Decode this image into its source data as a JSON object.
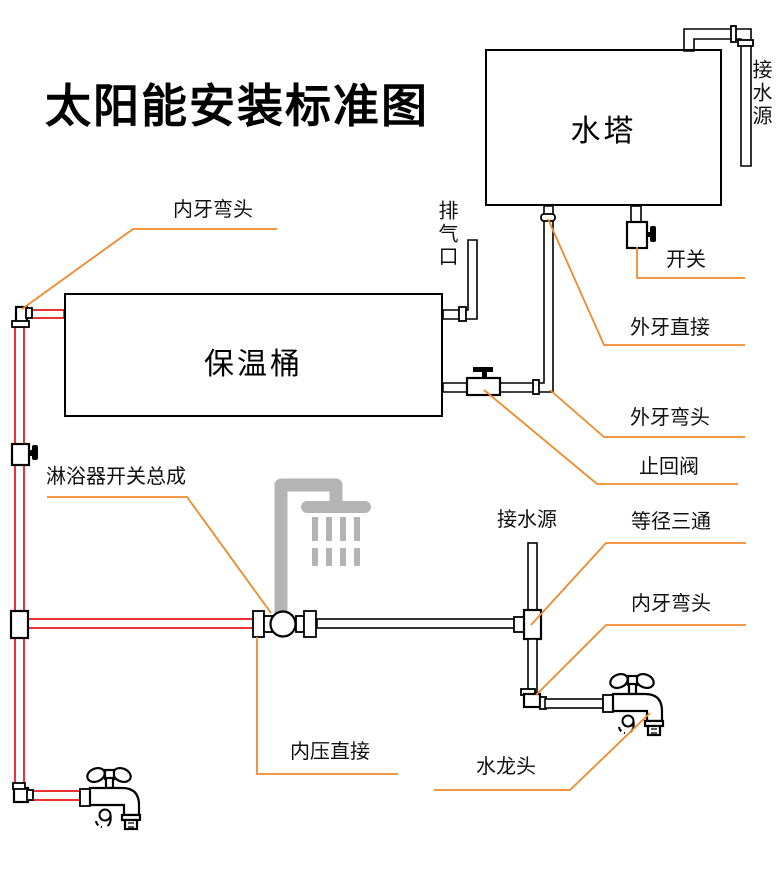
{
  "title": "太阳能安装标准图",
  "colors": {
    "leader_orange": "#ee8a2c",
    "pipe_red": "#e60000",
    "shower_gray": "#b4b4b4",
    "ink": "#000000",
    "bg": "#ffffff"
  },
  "components": {
    "water_tower": "水塔",
    "insulation_barrel": "保温桶"
  },
  "labels": {
    "inner_thread_elbow_top": "内牙弯头",
    "exhaust_port": "排气口",
    "water_source_top": "接水源",
    "switch": "开关",
    "outer_thread_straight": "外牙直接",
    "outer_thread_elbow": "外牙弯头",
    "check_valve": "止回阀",
    "water_source_mid": "接水源",
    "equal_diameter_tee": "等径三通",
    "inner_thread_elbow_right": "内牙弯头",
    "shower_switch_assembly": "淋浴器开关总成",
    "inner_pressure_straight": "内压直接",
    "faucet": "水龙头"
  }
}
